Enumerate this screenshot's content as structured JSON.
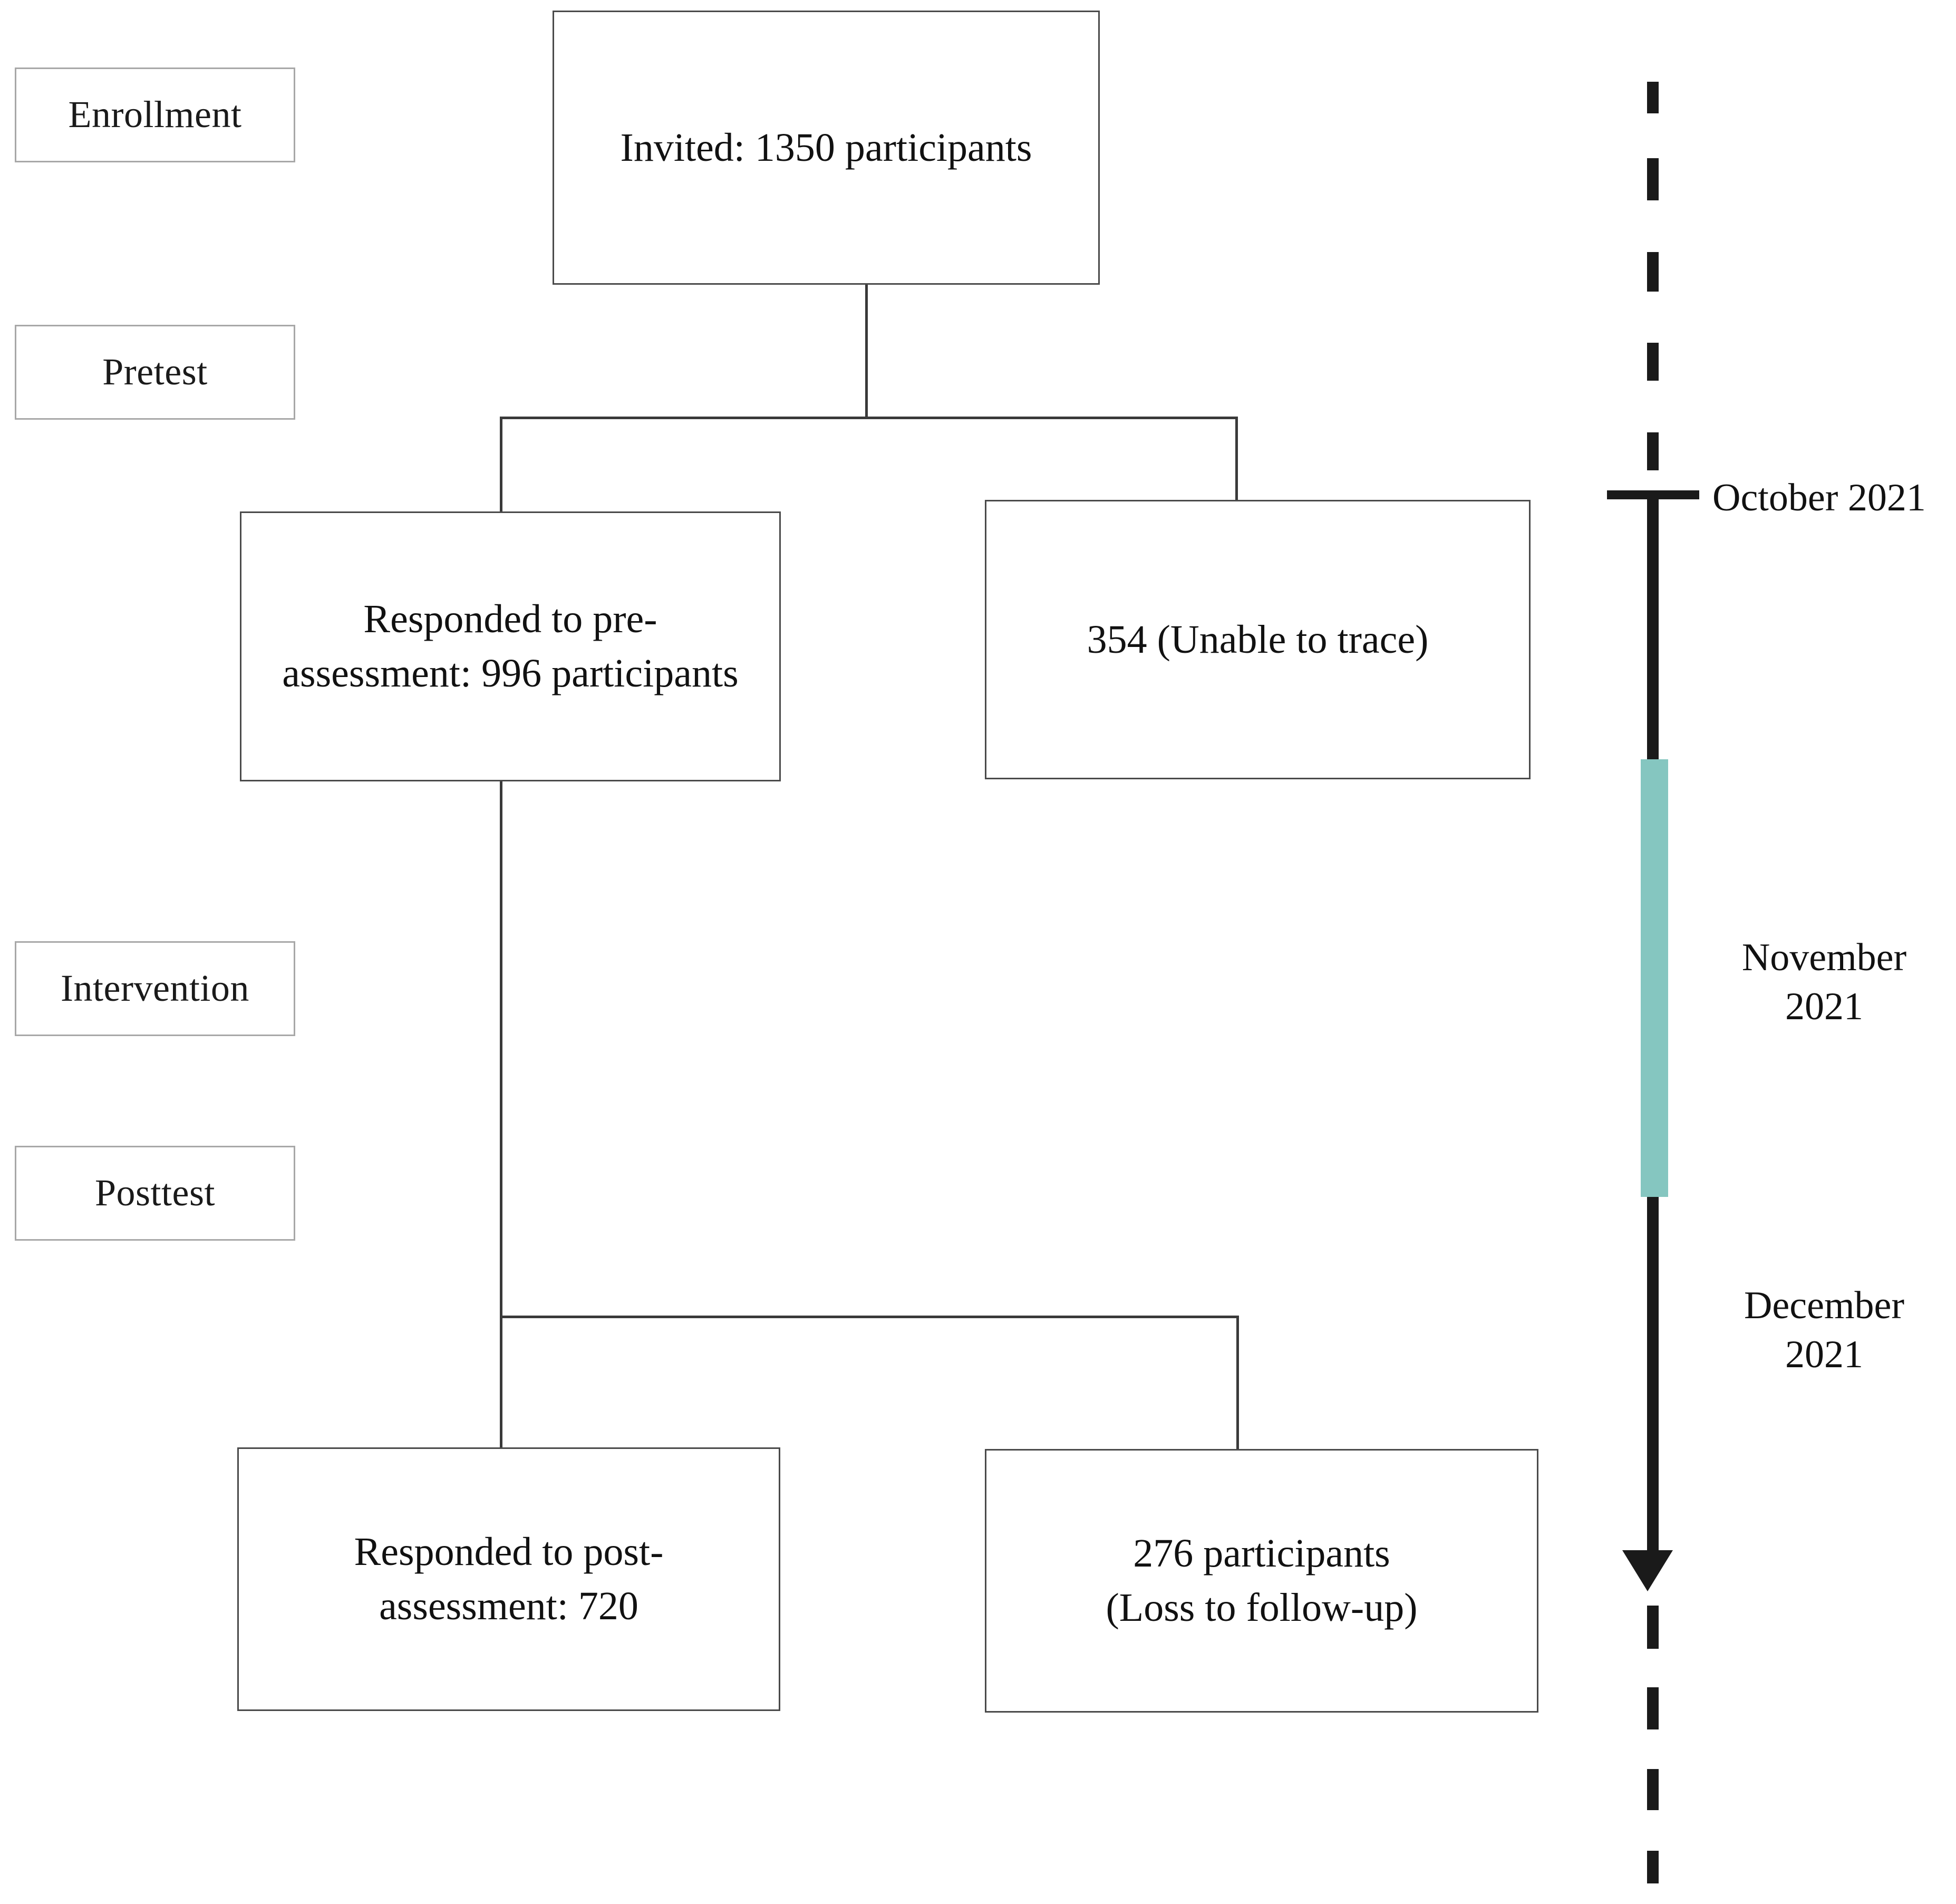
{
  "figure": {
    "type": "participant-flow-diagram",
    "stage_labels": [
      {
        "id": "enrollment",
        "label": "Enrollment"
      },
      {
        "id": "pretest",
        "label": "Pretest"
      },
      {
        "id": "intervention",
        "label": "Intervention"
      },
      {
        "id": "posttest",
        "label": "Posttest"
      }
    ],
    "flow_boxes": [
      {
        "id": "invited",
        "line1": "Invited: 1350 participants",
        "line2": ""
      },
      {
        "id": "pre-assessment",
        "line1": "Responded to pre-",
        "line2": "assessment: 996 participants"
      },
      {
        "id": "unable-trace",
        "line1": "354 (Unable to trace)",
        "line2": ""
      },
      {
        "id": "post-assessment",
        "line1": "Responded to post-",
        "line2": "assessment: 720"
      },
      {
        "id": "loss-followup",
        "line1": "276 participants",
        "line2": "(Loss to follow-up)"
      }
    ],
    "timeline": {
      "labels": [
        {
          "id": "october",
          "line1": "October 2021",
          "line2": ""
        },
        {
          "id": "november",
          "line1": "November",
          "line2": "2021"
        },
        {
          "id": "december",
          "line1": "December",
          "line2": "2021"
        }
      ],
      "accent_color": "#85C6C0",
      "line_color": "#1a1a1a"
    }
  },
  "chart_data": {
    "type": "flowchart",
    "title": "",
    "nodes": [
      {
        "id": "invited",
        "label": "Invited: 1350 participants",
        "count": 1350,
        "stage": "Enrollment"
      },
      {
        "id": "pre-assessment",
        "label": "Responded to pre-assessment: 996 participants",
        "count": 996,
        "stage": "Pretest"
      },
      {
        "id": "unable-trace",
        "label": "354 (Unable to trace)",
        "count": 354,
        "stage": "Pretest"
      },
      {
        "id": "post-assessment",
        "label": "Responded to post-assessment: 720",
        "count": 720,
        "stage": "Posttest"
      },
      {
        "id": "loss-followup",
        "label": "276 participants (Loss to follow-up)",
        "count": 276,
        "stage": "Posttest"
      }
    ],
    "edges": [
      {
        "from": "invited",
        "to": "pre-assessment"
      },
      {
        "from": "invited",
        "to": "unable-trace"
      },
      {
        "from": "pre-assessment",
        "to": "post-assessment"
      },
      {
        "from": "pre-assessment",
        "to": "loss-followup"
      }
    ],
    "timeline_periods": [
      "October 2021",
      "November 2021",
      "December 2021"
    ],
    "highlighted_period": "November 2021"
  }
}
